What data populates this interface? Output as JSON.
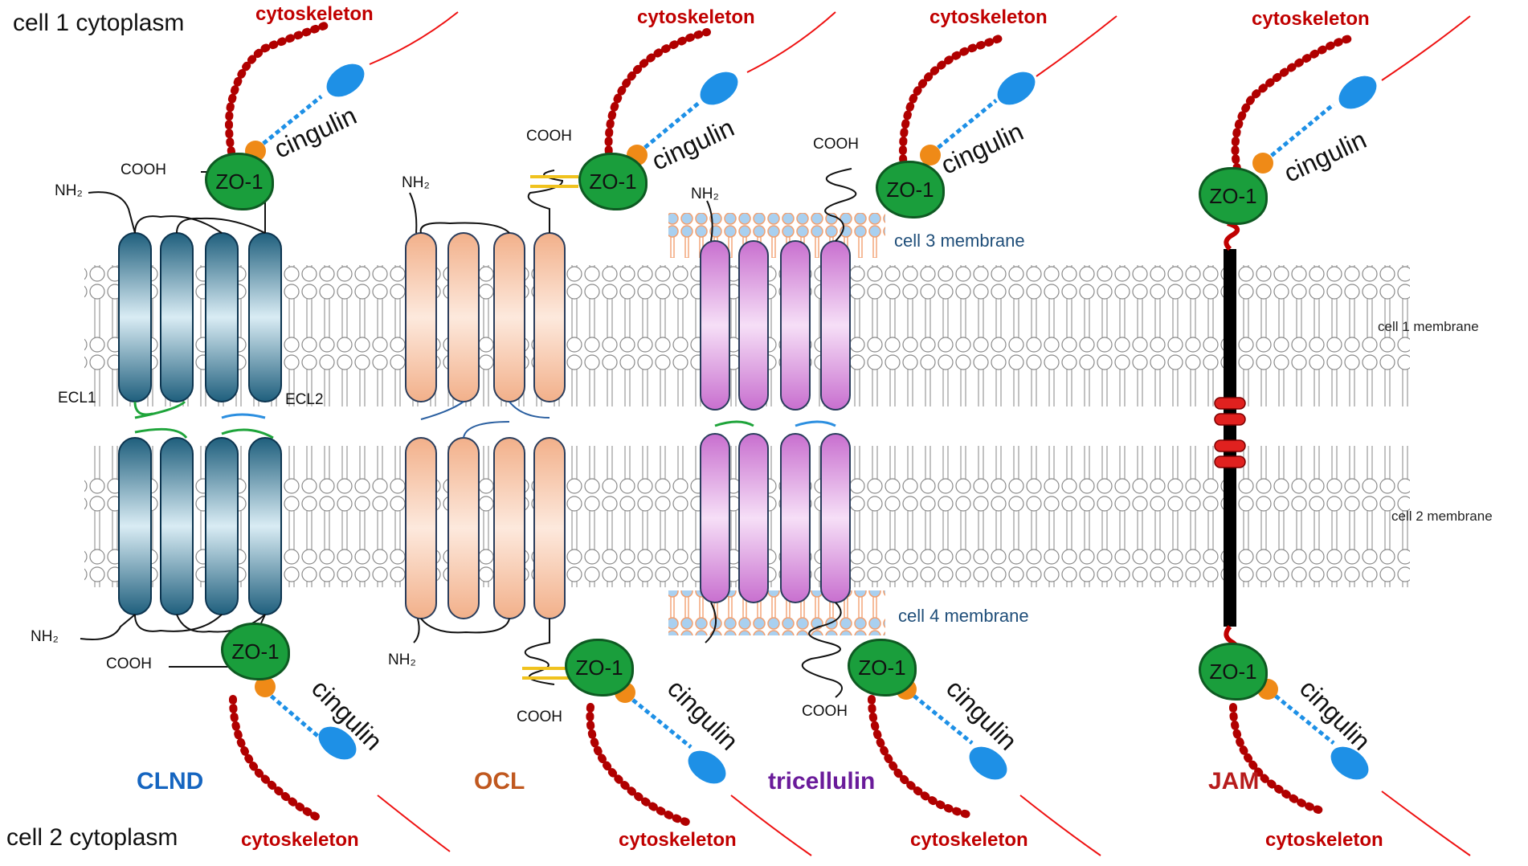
{
  "labels": {
    "cell1_cytoplasm": "cell 1 cytoplasm",
    "cell2_cytoplasm": "cell 2 cytoplasm",
    "cytoskeleton": "cytoskeleton",
    "cell1_membrane": "cell 1 membrane",
    "cell2_membrane": "cell 2 membrane",
    "cell3_membrane": "cell 3 membrane",
    "cell4_membrane": "cell 4 membrane",
    "cingulin": "cingulin",
    "zo1": "ZO-1",
    "cooh": "COOH",
    "nh2": "NH₂",
    "ecl1": "ECL1",
    "ecl2": "ECL2"
  },
  "proteins": [
    {
      "name": "CLND",
      "color": "#1565c0"
    },
    {
      "name": "OCL",
      "color": "#c0581f"
    },
    {
      "name": "tricellulin",
      "color": "#6a1b9a"
    },
    {
      "name": "JAM",
      "color": "#b71c1c"
    }
  ],
  "colors": {
    "cytoskeleton": "#c00000",
    "zo1": "#1a9e3c",
    "cingulin_head": "#ef8a17",
    "cingulin_tail": "#1e90e6",
    "claudin": "#1f5f7d",
    "occludin": "#f2b08a",
    "tricellulin": "#c86fcf",
    "jam": "#000000",
    "lipid_head": "#ffffff"
  }
}
